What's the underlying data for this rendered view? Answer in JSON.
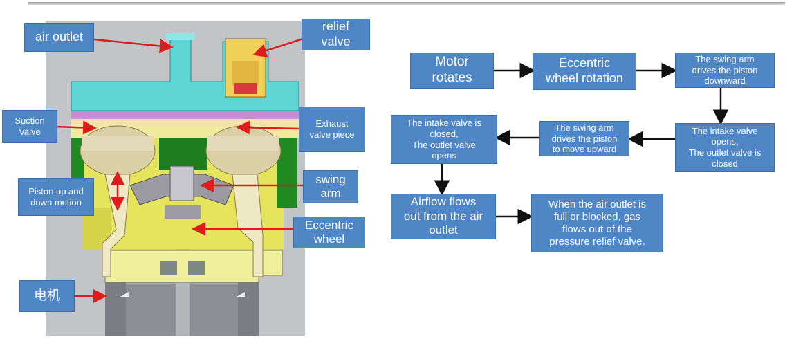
{
  "labels": {
    "air_outlet": "air outlet",
    "relief_valve": "relief\nvalve",
    "suction_valve": "Suction\nValve",
    "exhaust_valve_piece": "Exhaust\nvalve piece",
    "swing_arm": "swing\narm",
    "piston_motion": "Piston up and\ndown motion",
    "eccentric_wheel": "Eccentric\nwheel",
    "motor": "电机"
  },
  "flow": {
    "motor_rotates": "Motor\nrotates",
    "eccentric_rotation": "Eccentric\nwheel rotation",
    "piston_downward": "The swing arm\ndrives the piston\ndownward",
    "intake_open": "The intake valve\nopens,\nThe outlet valve is\nclosed",
    "piston_upward": "The swing arm\ndrives the piston\nto move upward",
    "intake_closed": "The intake valve is\nclosed,\nThe outlet valve\nopens",
    "airflow_out": "Airflow flows\nout from the air\noutlet",
    "relief": "When the air outlet is\nfull or blocked, gas\nflows out of the\npressure relief valve."
  },
  "colors": {
    "label_fill": "#4f86c6",
    "arrow_red": "#e01b1b",
    "cyan_cap": "#5fd6d6",
    "yellow_body": "#f0ef9c",
    "green_frame": "#1f8a1f"
  }
}
